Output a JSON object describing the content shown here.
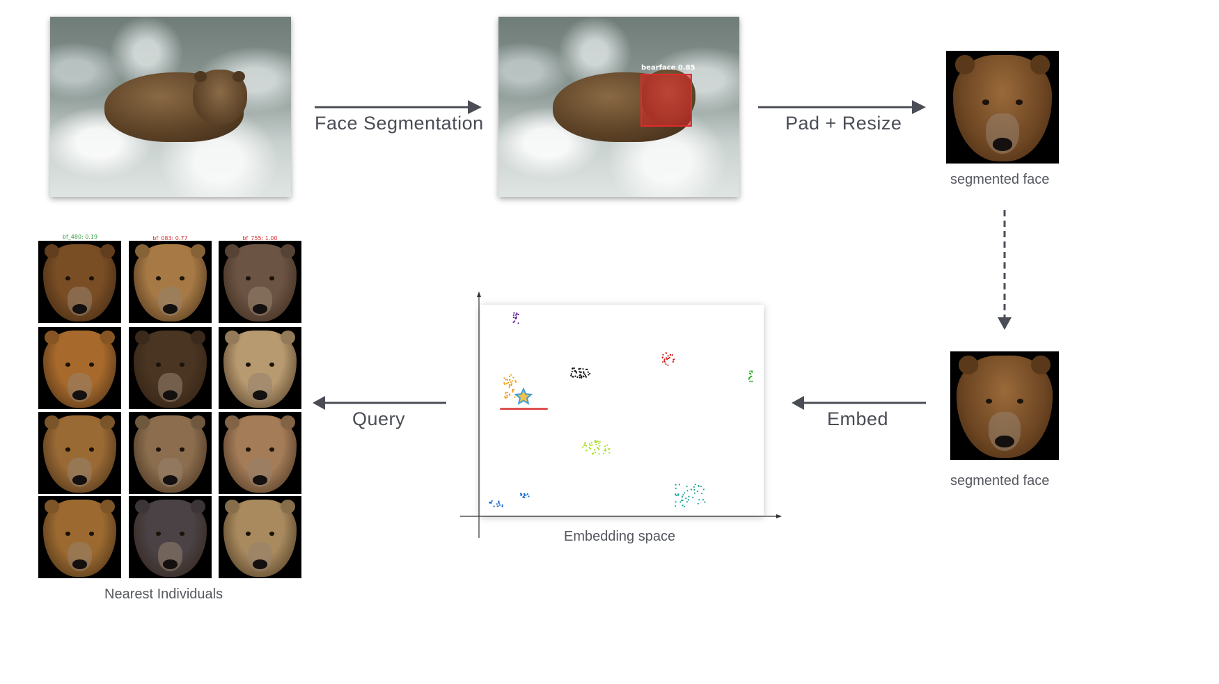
{
  "steps": {
    "face_segmentation": "Face Segmentation",
    "pad_resize": "Pad + Resize",
    "embed": "Embed",
    "query": "Query"
  },
  "detection": {
    "label": "bearface 0.85",
    "color": "#e02a2a"
  },
  "captions": {
    "segmented_face_top": "segmented face",
    "segmented_face_bottom": "segmented face",
    "embedding_space": "Embedding space",
    "nearest_individuals": "Nearest Individuals"
  },
  "results_grid": {
    "headers": [
      {
        "text": "bf_480: 0.19",
        "color": "#2e9e3a"
      },
      {
        "text": "bf_083: 0.77",
        "color": "#d93030"
      },
      {
        "text": "bf_755: 1.00",
        "color": "#d93030"
      }
    ],
    "faces": [
      "#7a4e25",
      "#a77a45",
      "#6c5444",
      "#a86a2c",
      "#4a3523",
      "#b89a70",
      "#9a6a35",
      "#8c6e4e",
      "#a47c58",
      "#9c6a30",
      "#4a4245",
      "#a88a5e"
    ]
  },
  "embedding_clusters": [
    {
      "color": "#5a1fa0"
    },
    {
      "color": "#f0a020"
    },
    {
      "color": "#111111"
    },
    {
      "color": "#d01818"
    },
    {
      "color": "#22b022"
    },
    {
      "color": "#a8e020"
    },
    {
      "color": "#1a6ad0"
    },
    {
      "color": "#1a6ad0"
    },
    {
      "color": "#18a898"
    }
  ],
  "query_marker": {
    "fill": "#f2c14e",
    "stroke": "#3aa0d8"
  },
  "query_underline_color": "#e05050",
  "colors": {
    "arrow": "#4a4d55"
  }
}
